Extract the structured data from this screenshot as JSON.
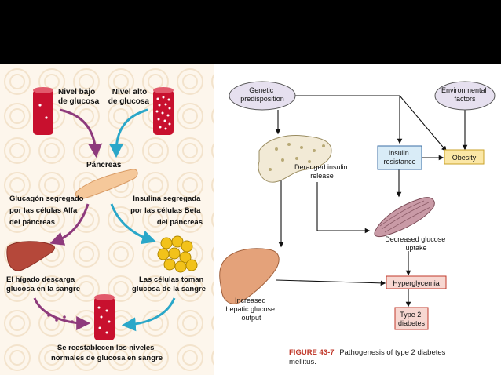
{
  "left": {
    "low_glucose": [
      "Nivel bajo",
      "de glucosa"
    ],
    "high_glucose": [
      "Nivel alto",
      "de glucosa"
    ],
    "pancreas": "Páncreas",
    "glucagon": [
      "Glucagón segregado",
      "por las células Alfa",
      "del páncreas"
    ],
    "insulin": [
      "Insulina segregada",
      "por las células Beta",
      "del páncreas"
    ],
    "liver": [
      "El hígado descarga",
      "glucosa en la sangre"
    ],
    "cells": [
      "Las células toman",
      "glucosa de la sangre"
    ],
    "restored": [
      "Se reestablecen los niveles",
      "normales de glucosa en sangre"
    ]
  },
  "right": {
    "genetic": [
      "Genetic",
      "predisposition"
    ],
    "environmental": [
      "Environmental",
      "factors"
    ],
    "deranged": [
      "Deranged insulin",
      "release"
    ],
    "insulin_resistance": [
      "Insulin",
      "resistance"
    ],
    "obesity": "Obesity",
    "decreased_uptake": [
      "Decreased glucose",
      "uptake"
    ],
    "hepatic": [
      "Increased",
      "hepatic glucose",
      "output"
    ],
    "hyperglycemia": "Hyperglycemia",
    "type2": [
      "Type 2",
      "diabetes"
    ],
    "caption_label": "FIGURE 43-7",
    "caption_text": [
      "Pathogenesis of type 2 diabetes",
      "mellitus."
    ]
  },
  "colors": {
    "tube_red": "#c8102e",
    "arrow_purple": "#8e3a7c",
    "arrow_blue": "#2aa7c9",
    "box_red_fill": "#f7d7d1",
    "box_red_stroke": "#c0392b",
    "box_blue_fill": "#d9ecf7",
    "box_yellow_fill": "#fbe7a6",
    "oval_fill": "#e6e0ef",
    "liver": "#b5483a"
  }
}
